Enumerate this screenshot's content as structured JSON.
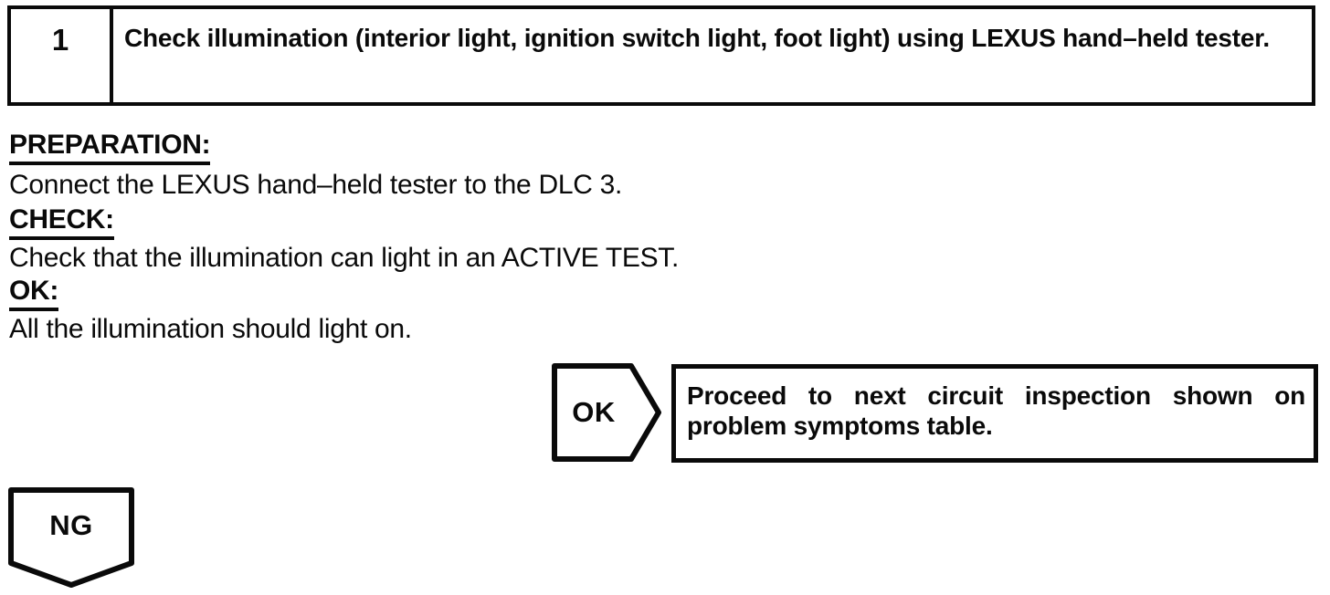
{
  "colors": {
    "ink": "#0a0a0a",
    "paper": "#ffffff"
  },
  "step": {
    "number": "1",
    "title": "Check illumination (interior light, ignition switch light, foot light) using LEXUS hand–held tester."
  },
  "procedure": {
    "sections": [
      {
        "label": "PREPARATION:",
        "text": "Connect the LEXUS hand–held tester to the DLC 3."
      },
      {
        "label": "CHECK:",
        "text": "Check that the illumination can light in an ACTIVE TEST."
      },
      {
        "label": "OK:",
        "text": "All the illumination should light on."
      }
    ]
  },
  "ok_branch": {
    "label": "OK",
    "action": "Proceed to next circuit inspection shown on problem symptoms table."
  },
  "ng_branch": {
    "label": "NG"
  }
}
